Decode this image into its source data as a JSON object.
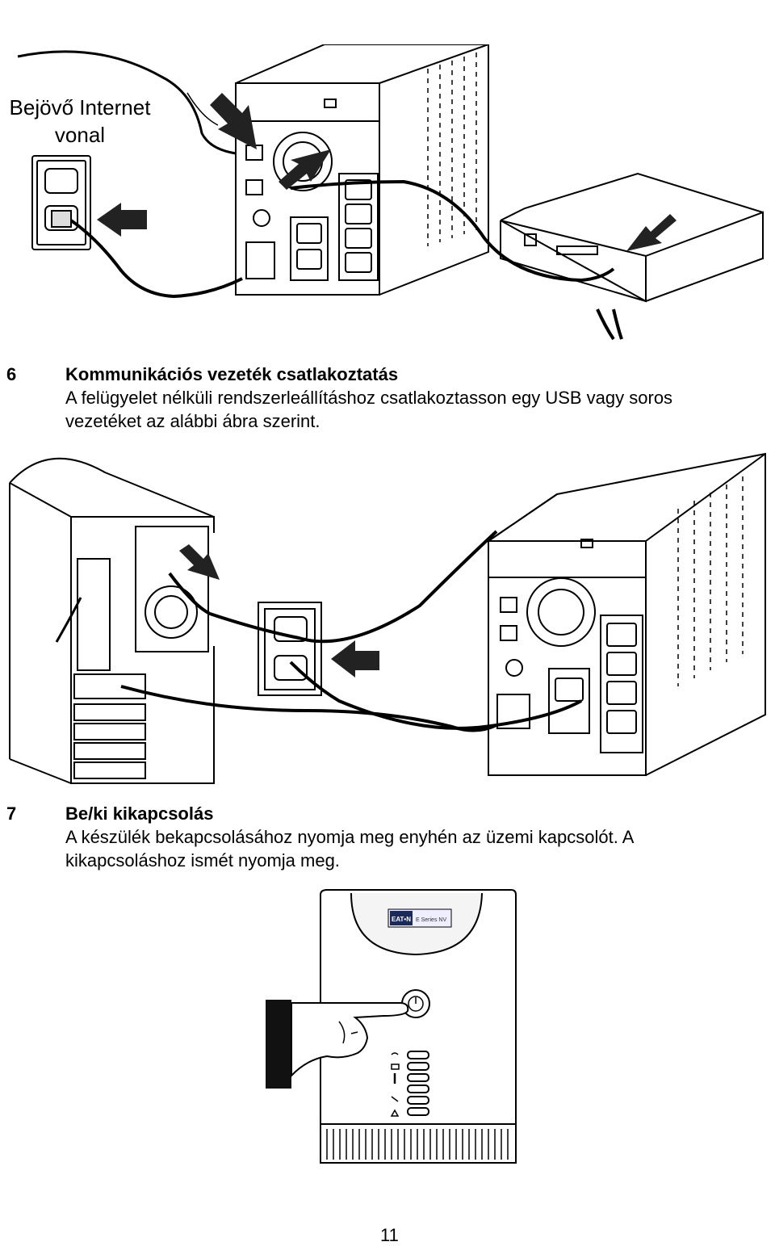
{
  "figure1": {
    "incoming_label": "Bejövő Internet vonal"
  },
  "section6": {
    "number": "6",
    "title": "Kommunikációs vezeték csatlakoztatás",
    "line1": "A felügyelet nélküli rendszerleállításhoz csatlakoztasson egy USB vagy soros",
    "line2": "vezetéket az alábbi ábra szerint."
  },
  "section7": {
    "number": "7",
    "title": "Be/ki kikapcsolás",
    "line1": "A készülék bekapcsolásához nyomja meg enyhén az üzemi kapcsolót. A",
    "line2": "kikapcsoláshoz ismét nyomja meg."
  },
  "figure3": {
    "brand": "EAT•N",
    "model": "E Series NV"
  },
  "page_number": "11"
}
